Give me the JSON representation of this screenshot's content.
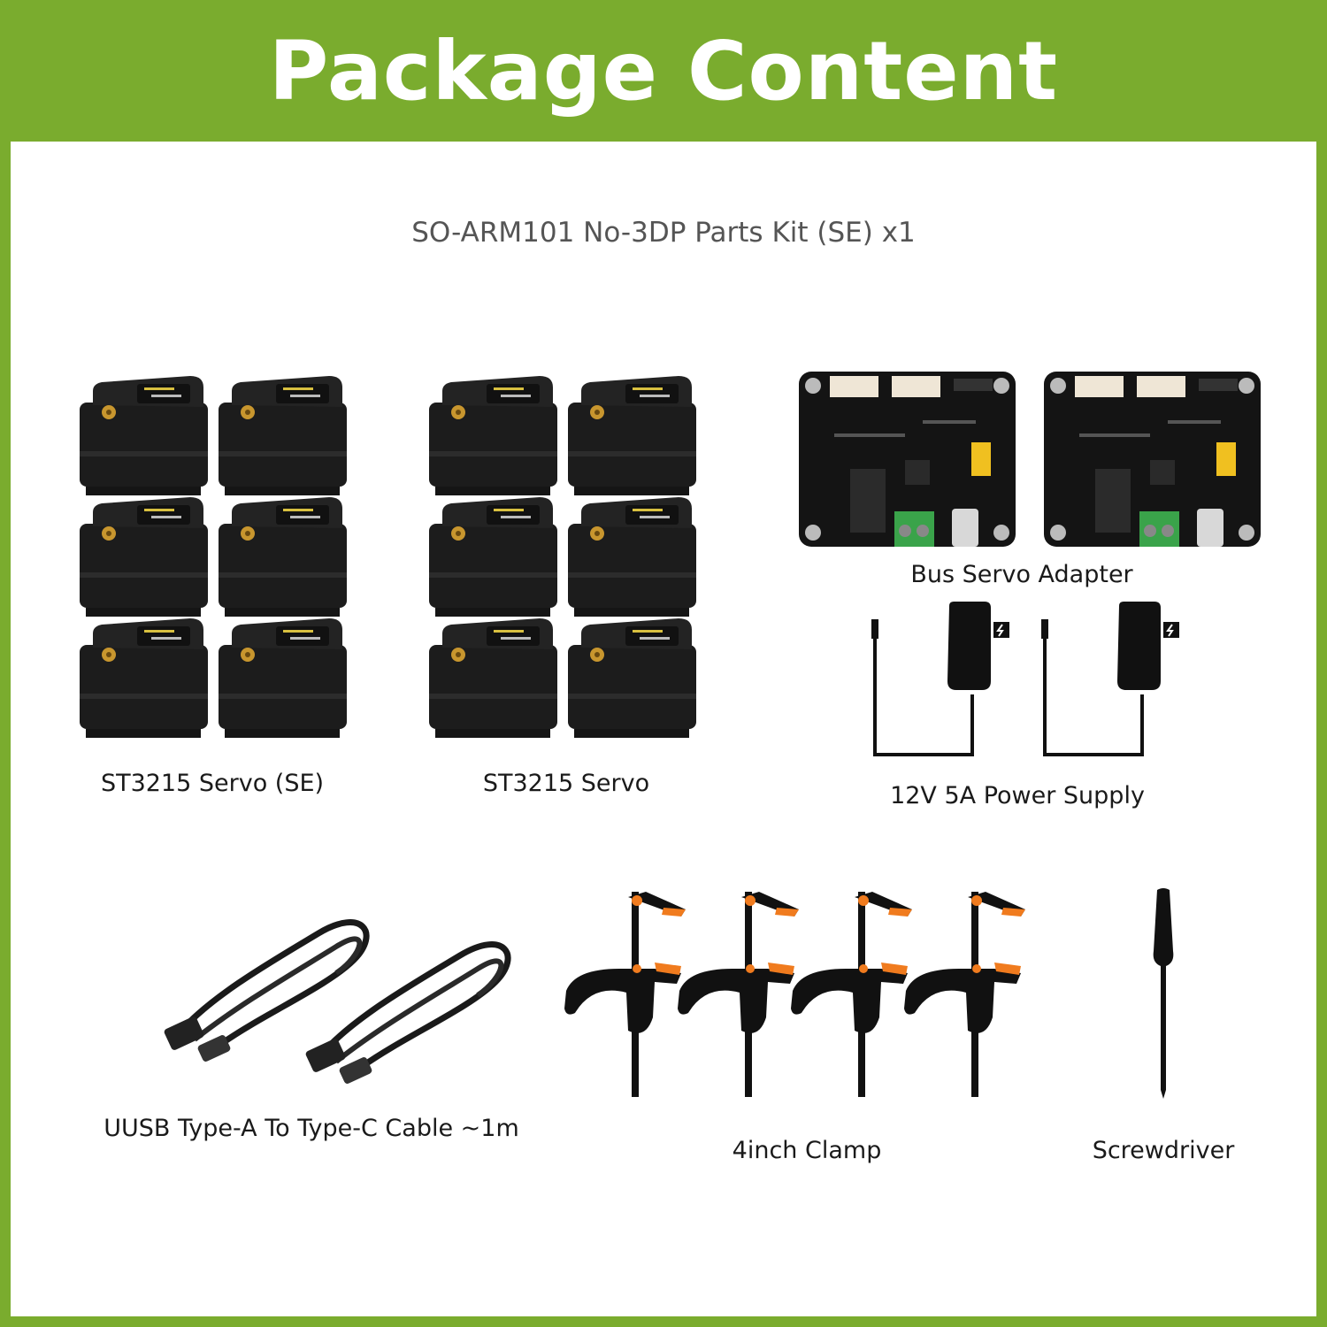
{
  "header": {
    "title": "Package Content"
  },
  "kit": {
    "name": "SO-ARM101 No-3DP Parts Kit (SE) x1"
  },
  "items": {
    "servo_se": {
      "label": "ST3215 Servo (SE)",
      "icon": "servo-motor-icon"
    },
    "servo": {
      "label": "ST3215 Servo",
      "icon": "servo-motor-icon"
    },
    "adapter": {
      "label": "Bus Servo Adapter",
      "icon": "circuit-board-icon"
    },
    "power": {
      "label": "12V 5A Power Supply",
      "icon": "power-adapter-icon"
    },
    "cable": {
      "label": "UUSB Type-A To Type-C Cable ~1m",
      "icon": "usb-cable-icon"
    },
    "clamp": {
      "label": "4inch Clamp",
      "icon": "clamp-icon"
    },
    "screwdriver": {
      "label": "Screwdriver",
      "icon": "screwdriver-icon"
    }
  },
  "colors": {
    "brand_green": "#7aac2e",
    "clamp_orange": "#f07b1e",
    "board_black": "#141414"
  }
}
